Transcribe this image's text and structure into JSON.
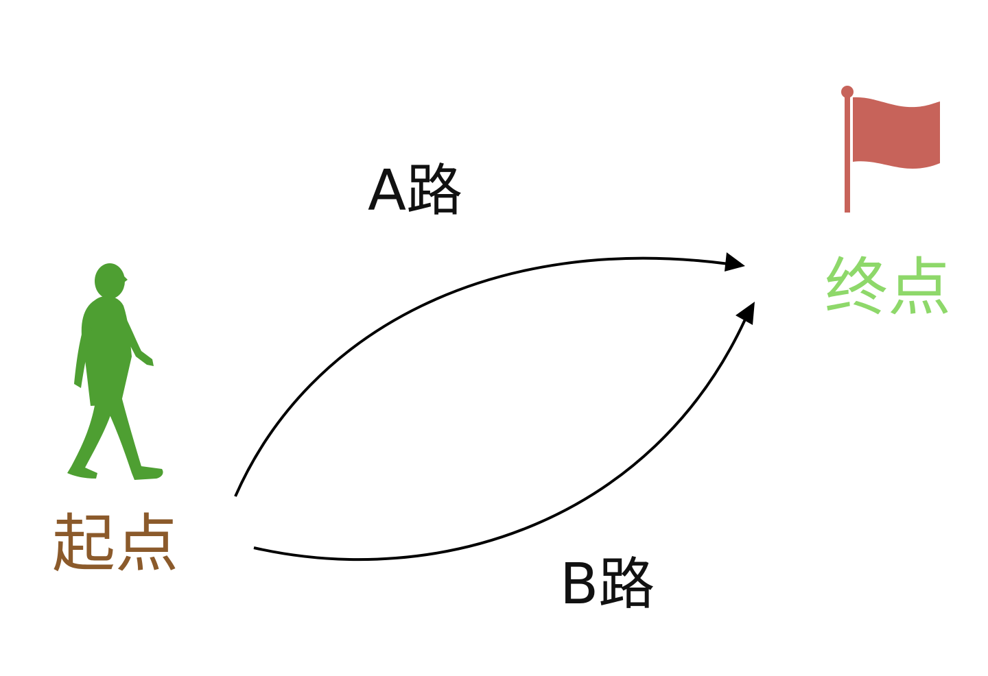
{
  "diagram": {
    "start": {
      "label": "起点",
      "icon": "walking-person-icon",
      "color": "#8b5a2b",
      "icon_color": "#4e9f32"
    },
    "end": {
      "label": "终点",
      "icon": "red-flag-icon",
      "color": "#8ed86a",
      "icon_color": "#c7635a"
    },
    "routes": [
      {
        "name": "A路",
        "from": "起点",
        "to": "终点"
      },
      {
        "name": "B路",
        "from": "起点",
        "to": "终点"
      }
    ],
    "arrow_color": "#000000"
  }
}
